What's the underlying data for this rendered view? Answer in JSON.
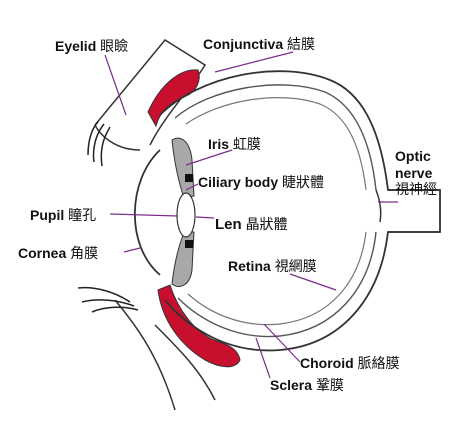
{
  "labels": {
    "eyelid": {
      "en": "Eyelid",
      "zh": "眼瞼"
    },
    "conjunctiva": {
      "en": "Conjunctiva",
      "zh": "結膜"
    },
    "iris": {
      "en": "Iris",
      "zh": "虹膜"
    },
    "ciliary_body": {
      "en": "Ciliary body",
      "zh": "睫狀體"
    },
    "optic_nerve": {
      "en_line1": "Optic",
      "en_line2": "nerve",
      "zh": "視神經"
    },
    "pupil": {
      "en": "Pupil",
      "zh": "瞳孔"
    },
    "lens": {
      "en": "Len",
      "zh": "晶狀體"
    },
    "cornea": {
      "en": "Cornea",
      "zh": "角膜"
    },
    "retina": {
      "en": "Retina",
      "zh": "視網膜"
    },
    "choroid": {
      "en": "Choroid",
      "zh": "脈絡膜"
    },
    "sclera": {
      "en": "Sclera",
      "zh": "鞏膜"
    }
  },
  "colors": {
    "outline": "#333333",
    "conjunctiva": "#c8102e",
    "leader_line": "#7b2d8b",
    "iris": "#a8a8a8",
    "pupil_mark": "#111111"
  }
}
